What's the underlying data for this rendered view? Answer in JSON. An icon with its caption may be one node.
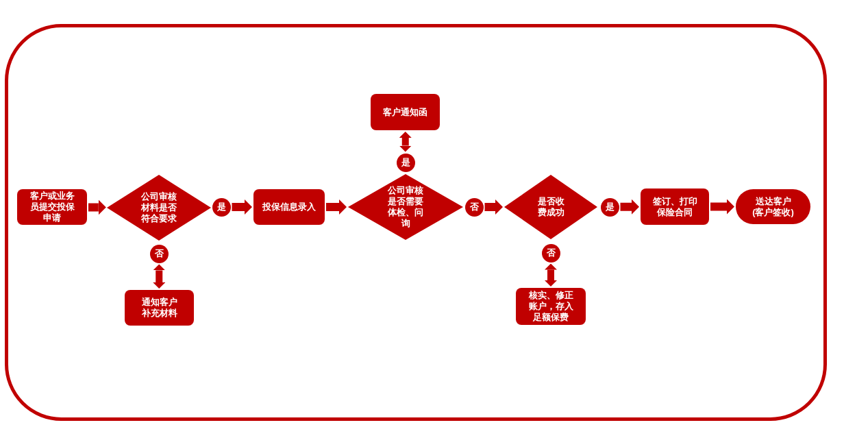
{
  "diagram": {
    "nodes": [
      {
        "text": [
          "客户或业务员提交投保申请"
        ]
      },
      {
        "text": [
          "公司审核材料是否符合要求"
        ]
      },
      {
        "text": [
          "否"
        ]
      },
      {
        "text": [
          "通知客户补充材料"
        ]
      },
      {
        "text": [
          "是"
        ]
      },
      {
        "text": [
          "投保信息录入"
        ]
      },
      {
        "text": [
          "公司审核是否需要体检、问询"
        ]
      },
      {
        "text": [
          "是"
        ]
      },
      {
        "text": [
          "客户通知函"
        ]
      },
      {
        "text": [
          "否"
        ]
      },
      {
        "text": [
          "是否收费成功"
        ]
      },
      {
        "text": [
          "否"
        ]
      },
      {
        "text": [
          "核实、修正账户，存入足额保费"
        ]
      },
      {
        "text": [
          "是"
        ]
      },
      {
        "text": [
          "签订、打印保险合同"
        ]
      },
      {
        "text": [
          "送达客户(客户签收)"
        ]
      }
    ],
    "edges": [
      {
        "from": 0,
        "to": 1,
        "arrow": "to"
      },
      {
        "from": 2,
        "to": 3,
        "arrow": "both"
      },
      {
        "from": 4,
        "to": 5,
        "arrow": "to"
      },
      {
        "from": 5,
        "to": 6,
        "arrow": "to"
      },
      {
        "from": 7,
        "to": 8,
        "arrow": "both"
      },
      {
        "from": 9,
        "to": 10,
        "arrow": "to"
      },
      {
        "from": 11,
        "to": 12,
        "arrow": "both"
      },
      {
        "from": 13,
        "to": 14,
        "arrow": "to"
      },
      {
        "from": 14,
        "to": 15,
        "arrow": "to"
      }
    ]
  }
}
